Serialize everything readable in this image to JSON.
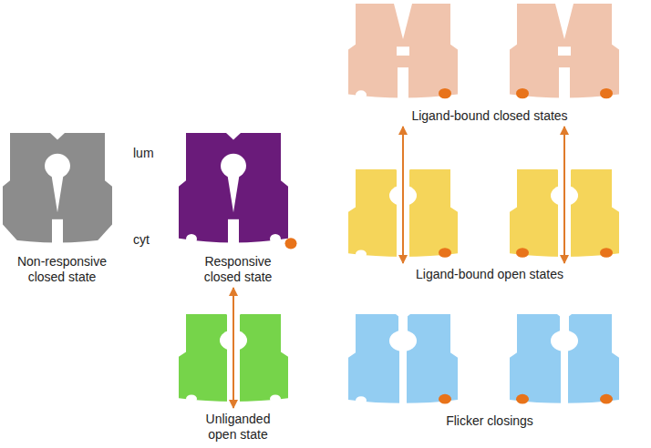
{
  "diagram": {
    "nodes": [
      {
        "text": [
          "Non-responsive closed state"
        ]
      },
      {
        "text": [
          "Responsive closed state"
        ]
      },
      {
        "text": [
          "Unliganded open state"
        ]
      },
      {
        "text": [
          "Ligand-bound closed states"
        ]
      },
      {
        "text": [
          "Ligand-bound open states"
        ]
      },
      {
        "text": [
          "Flicker closings"
        ]
      }
    ],
    "edges": [
      {
        "from": 1,
        "to": 2,
        "arrow": "both"
      },
      {
        "from": 3,
        "to": 4,
        "arrow": "both"
      },
      {
        "from": 3,
        "to": 4,
        "arrow": "both"
      }
    ],
    "labels": [
      "lum",
      "cyt"
    ]
  }
}
